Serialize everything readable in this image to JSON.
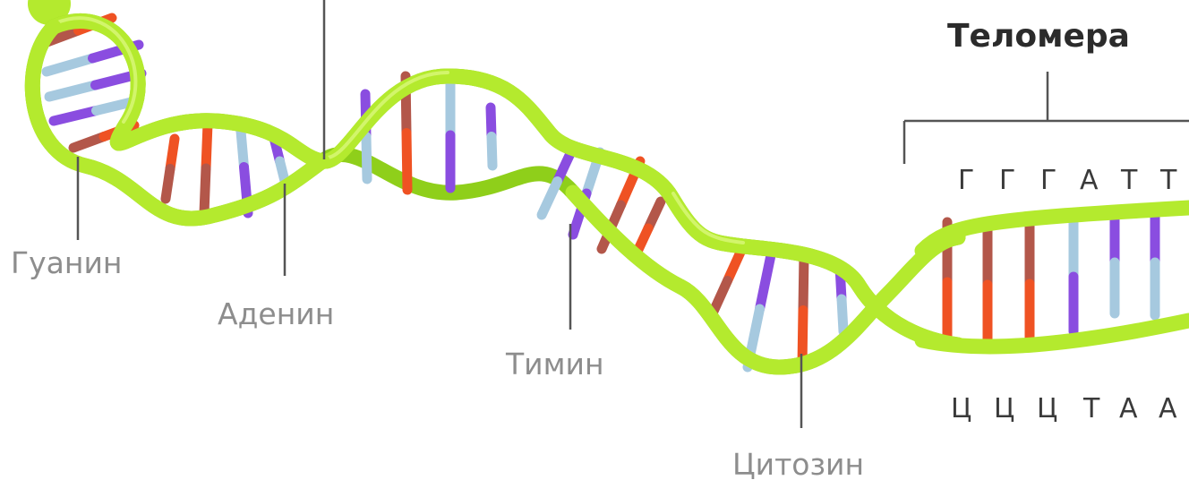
{
  "labels": {
    "guanine": "Гуанин",
    "adenine": "Аденин",
    "thymine": "Тимин",
    "cytosine": "Цитозин",
    "telomere": "Теломера"
  },
  "sequence": {
    "top": [
      "Г",
      "Г",
      "Г",
      "А",
      "Т",
      "Т"
    ],
    "bottom": [
      "Ц",
      "Ц",
      "Ц",
      "Т",
      "А",
      "А"
    ]
  },
  "colors": {
    "strand": "#b4ea2e",
    "strand_shadow": "#8fcf1a",
    "guanine": "#b3574a",
    "cytosine": "#ef5223",
    "adenine": "#a6c9df",
    "thymine": "#8a4de0"
  }
}
